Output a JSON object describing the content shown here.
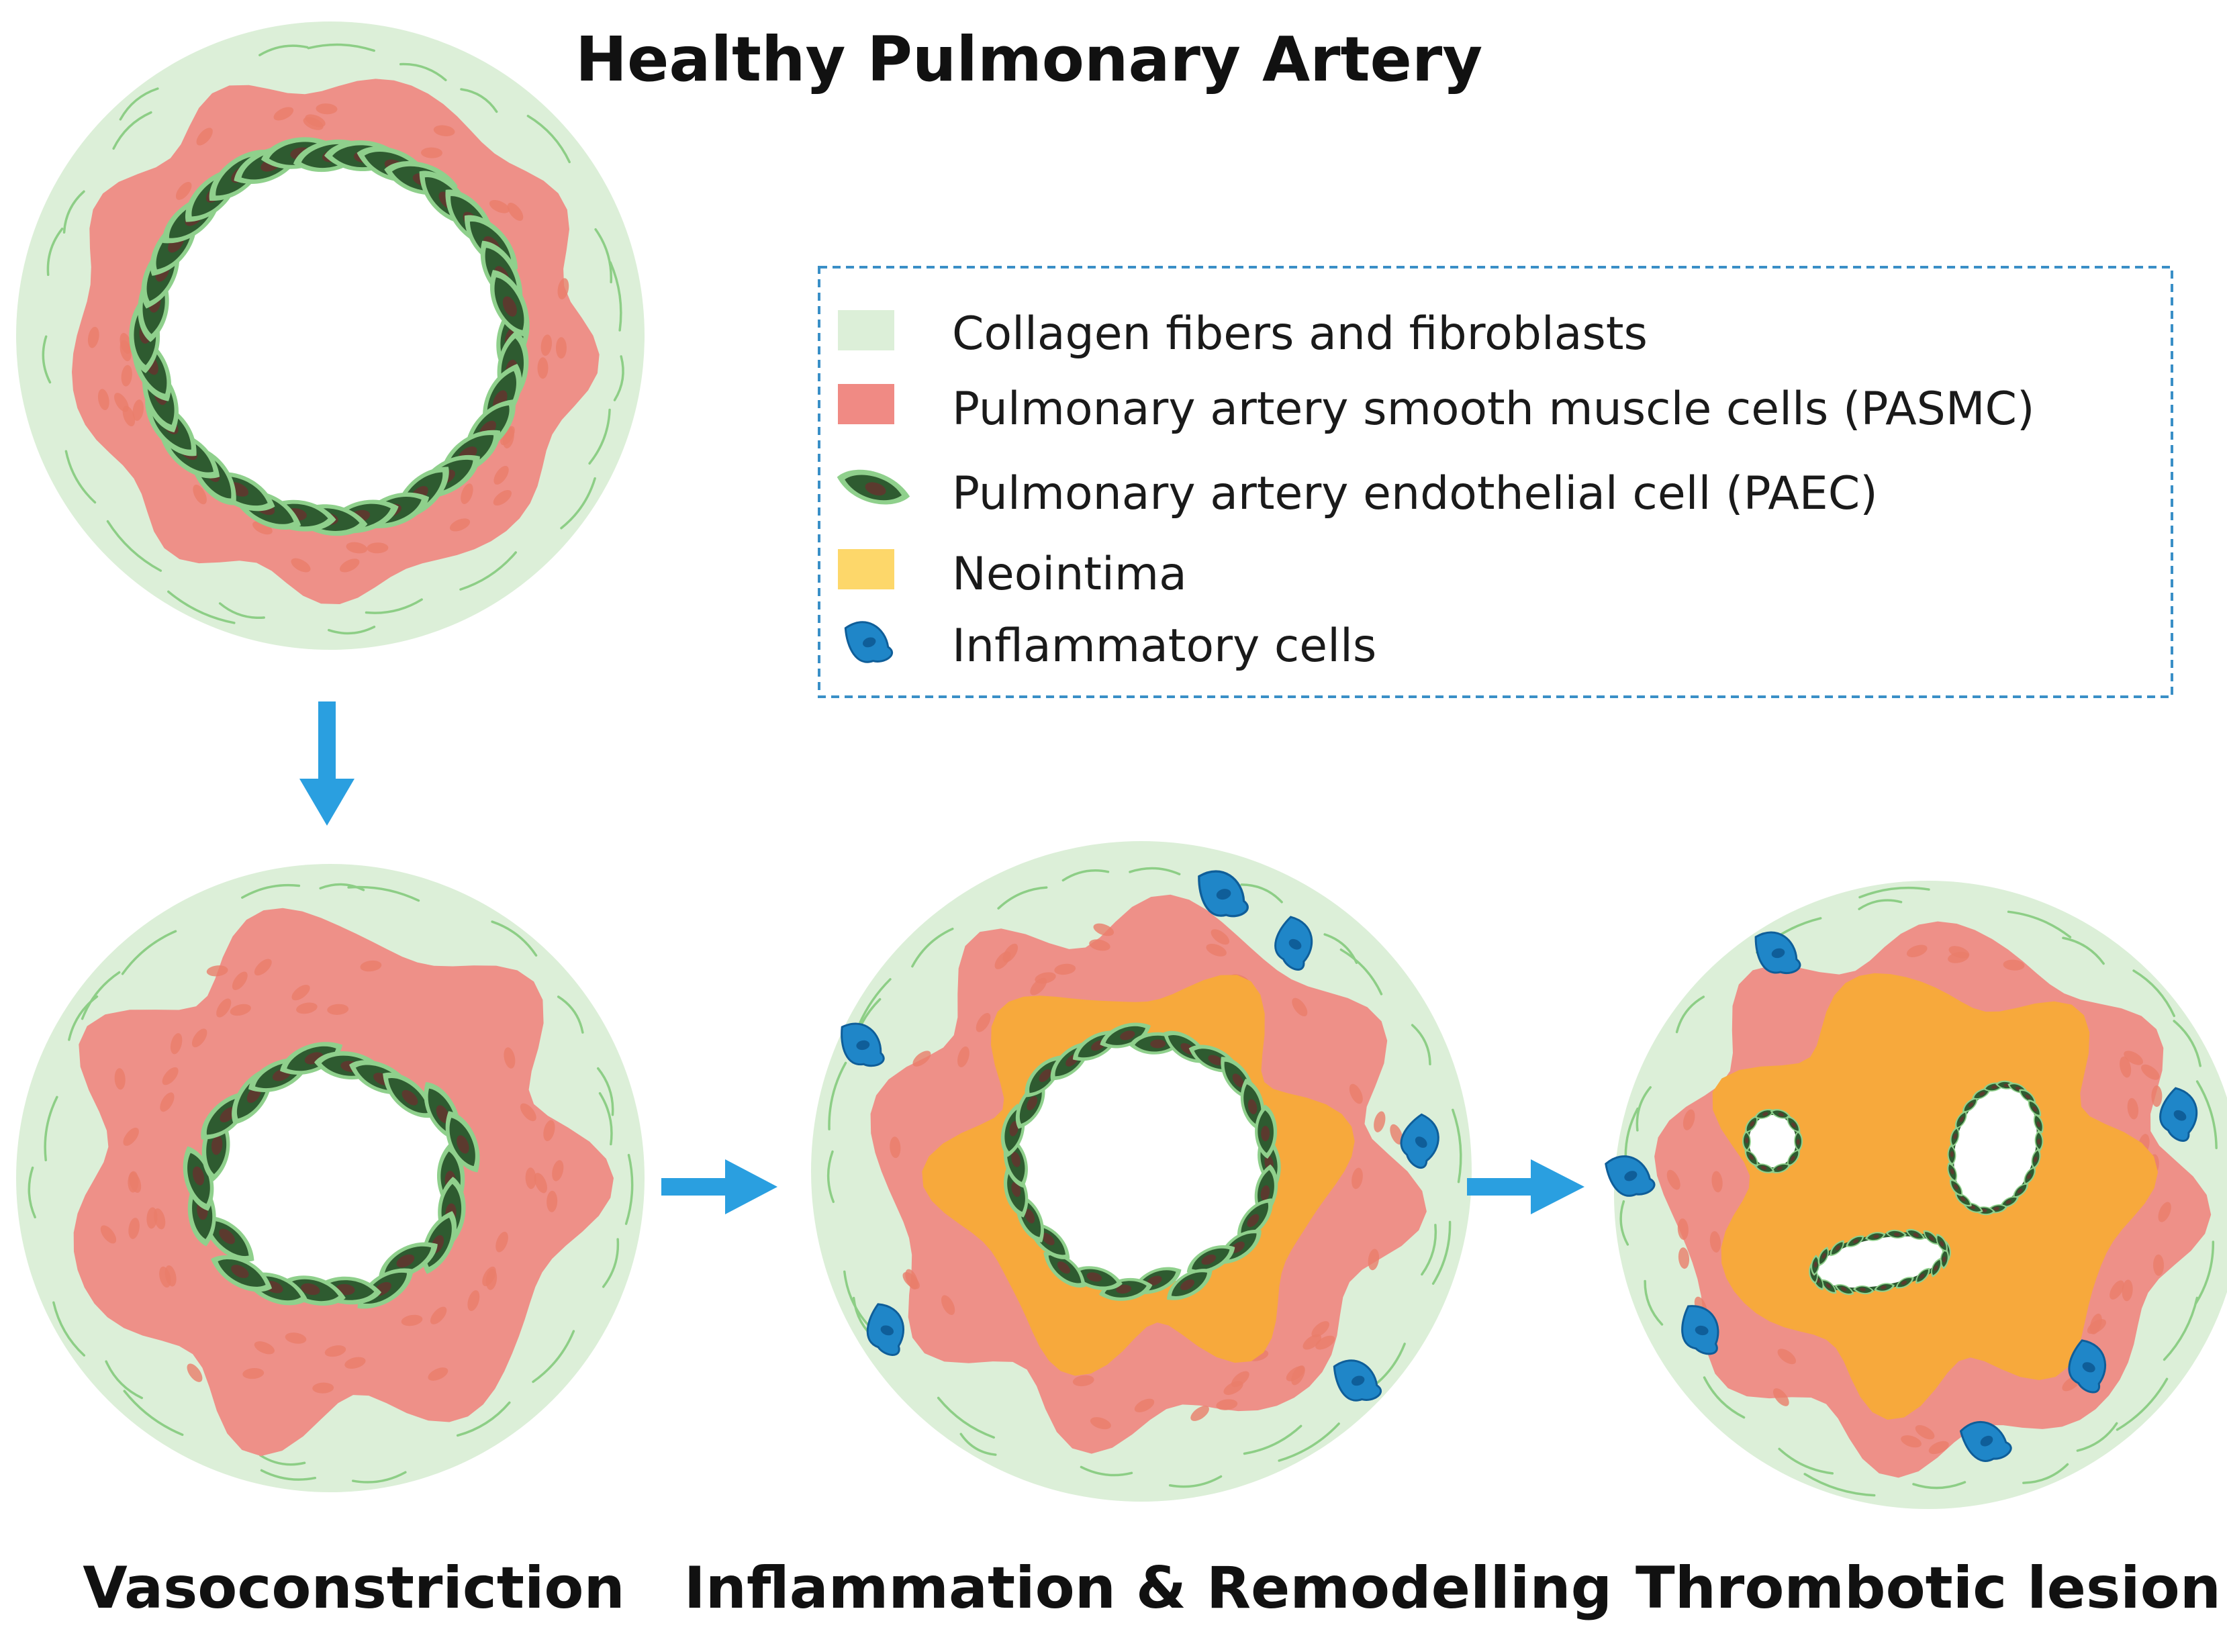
{
  "title": "Healthy Pulmonary Artery",
  "stages": [
    {
      "id": "vasoconstriction",
      "label": "Vasoconstriction"
    },
    {
      "id": "inflammation",
      "label": "Inflammation & Remodelling"
    },
    {
      "id": "thrombotic",
      "label": "Thrombotic lesion"
    }
  ],
  "legend": {
    "items": [
      {
        "key": "collagen",
        "label": "Collagen fibers and fibroblasts",
        "color": "#dcefd8"
      },
      {
        "key": "pasmc",
        "label": "Pulmonary artery smooth muscle cells (PASMC)",
        "color": "#f08a84"
      },
      {
        "key": "paec",
        "label": "Pulmonary artery endothelial cell  (PAEC)",
        "color": "#2f5e32"
      },
      {
        "key": "neointima",
        "label": "Neointima",
        "color": "#fdd76a"
      },
      {
        "key": "inflammatory",
        "label": "Inflammatory cells",
        "color": "#1e86c8"
      }
    ]
  },
  "colors": {
    "adventitia": "#dcefd8",
    "fiber": "#8dce86",
    "media": "#ee9088",
    "media_cell": "#ea7d6a",
    "neointima": "#f7a93c",
    "paec_outer": "#8fd08c",
    "paec_body": "#2e5b30",
    "paec_nucleus": "#5b3a2e",
    "inflammatory": "#1f86c8",
    "arrow": "#2a9fe0",
    "legend_border": "#3a8fc7"
  }
}
